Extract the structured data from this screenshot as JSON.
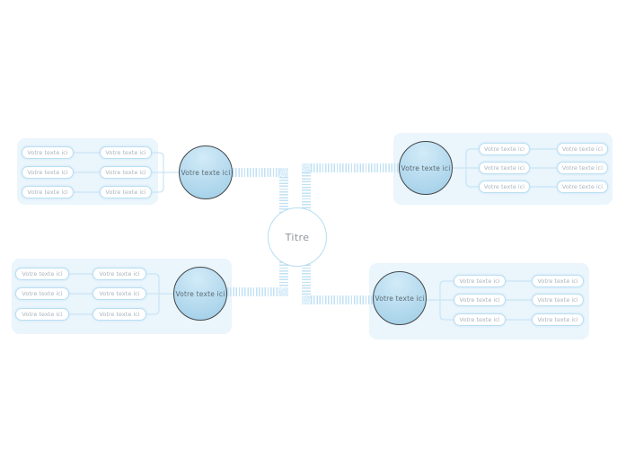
{
  "center": {
    "label": "Titre"
  },
  "branches": [
    {
      "position": "top-left",
      "label": "Votre texte ici",
      "rows": [
        {
          "level1": "Votre texte ici",
          "level2": "Votre texte ici"
        },
        {
          "level1": "Votre texte ici",
          "level2": "Votre texte ici"
        },
        {
          "level1": "Votre texte ici",
          "level2": "Votre texte ici"
        }
      ]
    },
    {
      "position": "top-right",
      "label": "Votre texte ici",
      "rows": [
        {
          "level1": "Votre texte ici",
          "level2": "Votre texte ici"
        },
        {
          "level1": "Votre texte ici",
          "level2": "Votre texte ici"
        },
        {
          "level1": "Votre texte ici",
          "level2": "Votre texte ici"
        }
      ]
    },
    {
      "position": "bottom-left",
      "label": "Votre texte ici",
      "rows": [
        {
          "level1": "Votre texte ici",
          "level2": "Votre texte ici"
        },
        {
          "level1": "Votre texte ici",
          "level2": "Votre texte ici"
        },
        {
          "level1": "Votre texte ici",
          "level2": "Votre texte ici"
        }
      ]
    },
    {
      "position": "bottom-right",
      "label": "Votre texte ici",
      "rows": [
        {
          "level1": "Votre texte ici",
          "level2": "Votre texte ici"
        },
        {
          "level1": "Votre texte ici",
          "level2": "Votre texte ici"
        },
        {
          "level1": "Votre texte ici",
          "level2": "Votre texte ici"
        }
      ]
    }
  ],
  "colors": {
    "node_fill": "#a9d3ea",
    "node_fill_light": "#d2ebf8",
    "node_border": "#43474a",
    "container_bg": "#eaf5fc",
    "pill_border": "#b9def2",
    "pill_text": "#a9b5bd",
    "connector": "#c9e5f5",
    "stripe": "#c2e2f4",
    "center_border": "#b9ddf0",
    "center_text": "#8d959c",
    "node_text": "#5d6b74"
  }
}
